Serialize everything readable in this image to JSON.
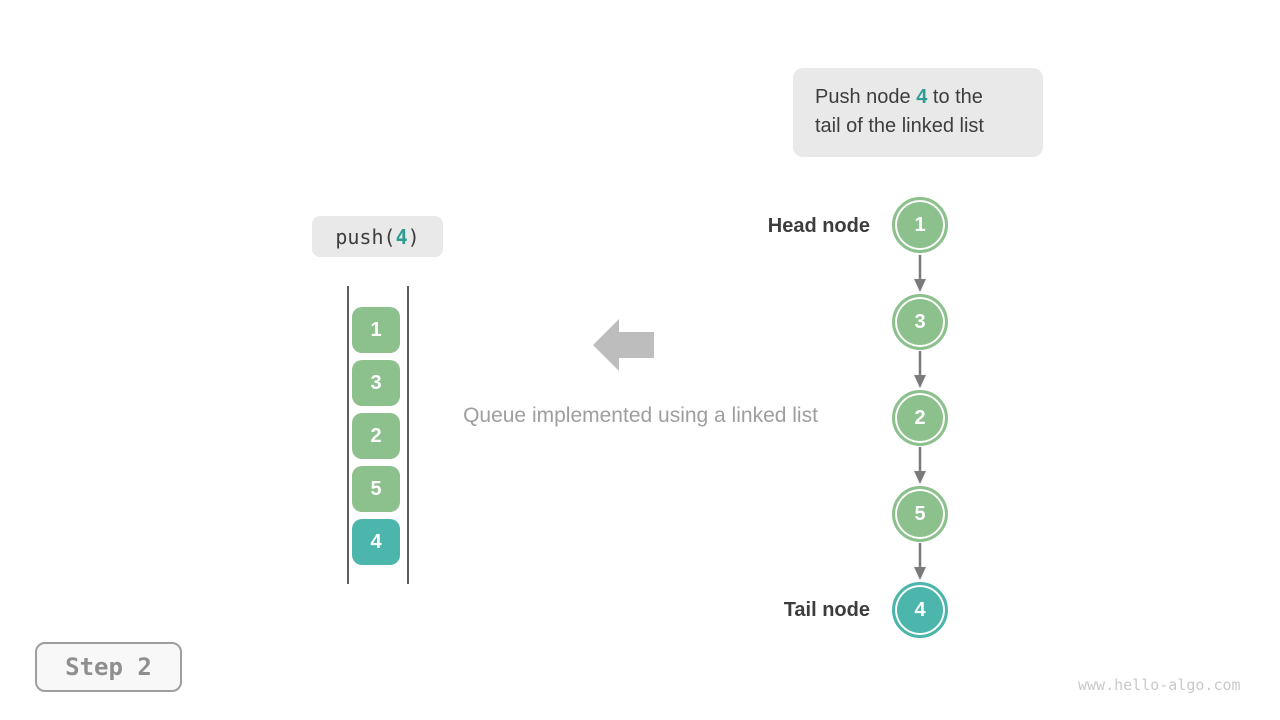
{
  "callout": {
    "line1_before": "Push node ",
    "highlight": "4",
    "line1_after": " to the",
    "line2": "tail of the linked list"
  },
  "push_label": {
    "prefix": "push(",
    "arg": "4",
    "suffix": ")"
  },
  "stack": {
    "items": [
      {
        "value": "1",
        "color": "#8CC08C"
      },
      {
        "value": "3",
        "color": "#8CC08C"
      },
      {
        "value": "2",
        "color": "#8CC08C"
      },
      {
        "value": "5",
        "color": "#8CC08C"
      },
      {
        "value": "4",
        "color": "#4DB6AC"
      }
    ]
  },
  "caption": "Queue implemented using a linked list",
  "linked_list": {
    "head_label": "Head node",
    "tail_label": "Tail node",
    "nodes": [
      {
        "value": "1",
        "color": "#8CC08C"
      },
      {
        "value": "3",
        "color": "#8CC08C"
      },
      {
        "value": "2",
        "color": "#8CC08C"
      },
      {
        "value": "5",
        "color": "#8CC08C"
      },
      {
        "value": "4",
        "color": "#4DB6AC"
      }
    ]
  },
  "step_label": "Step 2",
  "watermark": "www.hello-algo.com",
  "colors": {
    "green": "#8CC08C",
    "teal": "#4DB6AC",
    "accent_text": "#2E9C92",
    "dark_text": "#3D3D3D",
    "caption_gray": "#9E9E9E",
    "box_bg": "#E9E9E9",
    "big_arrow": "#BDBDBD",
    "node_arrow": "#7A7A7A",
    "stack_line": "#5E5E5E"
  }
}
